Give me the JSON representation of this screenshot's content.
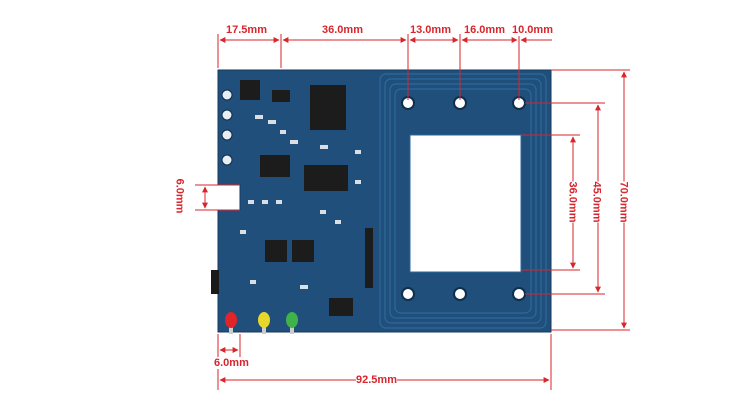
{
  "dimensions": {
    "top_17_5": "17.5mm",
    "top_36_0": "36.0mm",
    "top_13_0": "13.0mm",
    "top_16_0": "16.0mm",
    "top_10_0": "10.0mm",
    "left_6_0": "6.0mm",
    "bottom_6_0": "6.0mm",
    "bottom_92_5": "92.5mm",
    "right_36_0": "36.0mm",
    "right_45_0": "45.0mm",
    "right_70_0": "70.0mm"
  },
  "colors": {
    "dimension": "#d8262d",
    "pcb": "#1f4f7a",
    "pcb_dark": "#173d60",
    "antenna_trace": "#2c6a9c",
    "led_red": "#e0242a",
    "led_yellow": "#e9d62a",
    "led_green": "#3fb34a"
  }
}
